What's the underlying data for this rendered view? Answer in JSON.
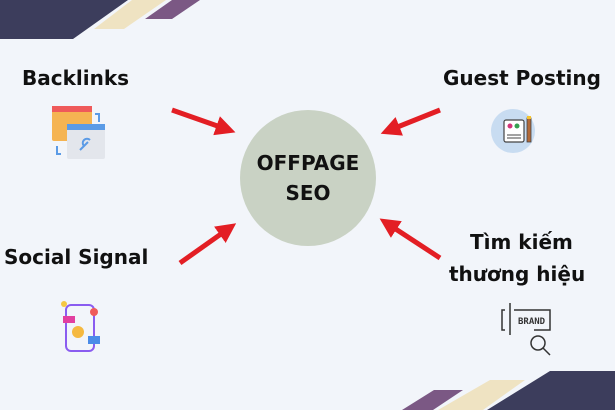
{
  "center": {
    "line1": "OFFPAGE",
    "line2": "SEO"
  },
  "nodes": {
    "backlinks": "Backlinks",
    "guest_posting": "Guest Posting",
    "social_signal": "Social Signal",
    "brand_search_line1": "Tìm kiếm",
    "brand_search_line2": "thương hiệu"
  },
  "icons": {
    "backlinks": "browser-link-icon",
    "guest_posting": "document-pencil-icon",
    "social_signal": "social-media-phone-icon",
    "brand_search": "brand-magnifier-icon",
    "brand_text": "BRAND"
  },
  "colors": {
    "arrow": "#e31e24",
    "center": "#c9d2c4",
    "dark": "#3c3d5c",
    "cream": "#efe3c2",
    "purple": "#7b5884"
  }
}
